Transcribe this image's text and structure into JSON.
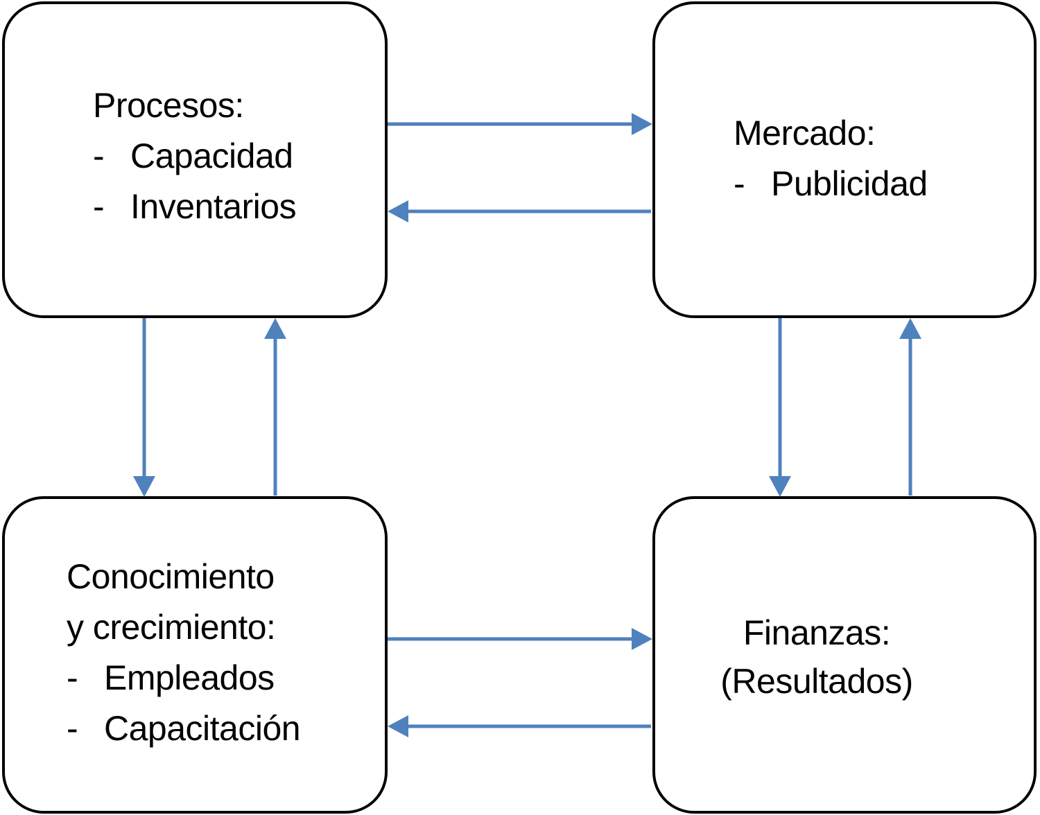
{
  "diagram": {
    "bullet": "-",
    "colors": {
      "arrow": "#4f81bd",
      "box_border": "#000000",
      "text": "#000000",
      "background": "#ffffff"
    },
    "nodes": {
      "procesos": {
        "title": "Procesos:",
        "items": [
          "Capacidad",
          "Inventarios"
        ]
      },
      "mercado": {
        "title": "Mercado:",
        "items": [
          "Publicidad"
        ]
      },
      "conocimiento": {
        "title_line1": "Conocimiento",
        "title_line2": "y crecimiento:",
        "items": [
          "Empleados",
          "Capacitación"
        ]
      },
      "finanzas": {
        "title": "Finanzas:",
        "subtitle": "(Resultados)"
      }
    },
    "connections": [
      {
        "from": "procesos",
        "to": "mercado"
      },
      {
        "from": "mercado",
        "to": "procesos"
      },
      {
        "from": "procesos",
        "to": "conocimiento"
      },
      {
        "from": "conocimiento",
        "to": "procesos"
      },
      {
        "from": "mercado",
        "to": "finanzas"
      },
      {
        "from": "finanzas",
        "to": "mercado"
      },
      {
        "from": "conocimiento",
        "to": "finanzas"
      },
      {
        "from": "finanzas",
        "to": "conocimiento"
      }
    ]
  }
}
